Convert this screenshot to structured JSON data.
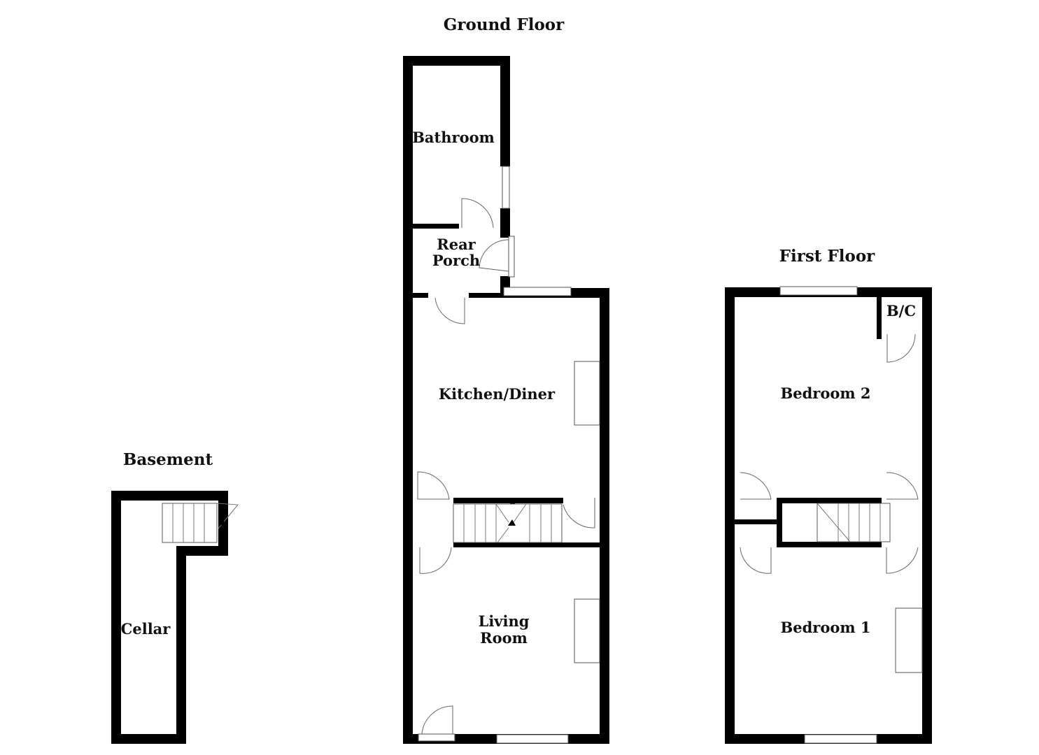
{
  "floors": {
    "ground": {
      "title": "Ground Floor",
      "rooms": {
        "bathroom": "Bathroom",
        "rear_porch_1": "Rear",
        "rear_porch_2": "Porch",
        "kitchen": "Kitchen/Diner",
        "living_1": "Living",
        "living_2": "Room"
      }
    },
    "first": {
      "title": "First Floor",
      "rooms": {
        "bc": "B/C",
        "bedroom2": "Bedroom 2",
        "bedroom1": "Bedroom 1"
      }
    },
    "basement": {
      "title": "Basement",
      "rooms": {
        "cellar": "Cellar"
      }
    }
  }
}
